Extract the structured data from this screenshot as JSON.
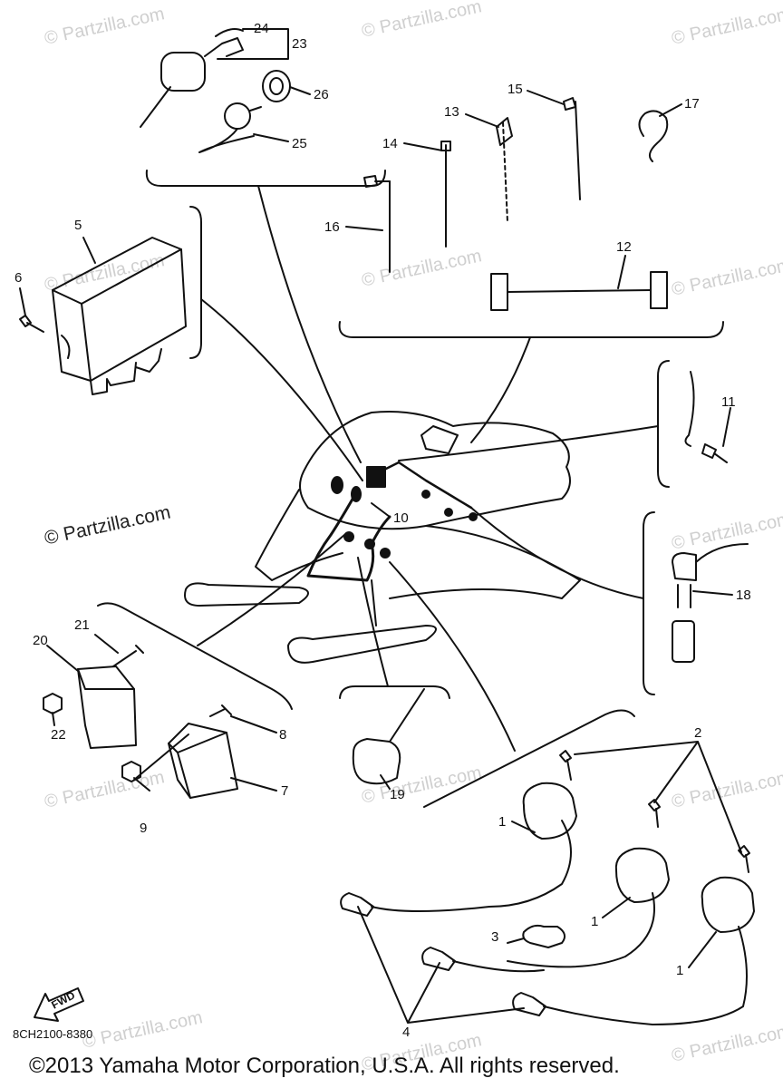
{
  "watermarks": {
    "partzilla_faint": "© Partzilla.com",
    "partzilla_main": "© Partzilla.com"
  },
  "callouts": [
    "1",
    "1",
    "1",
    "2",
    "3",
    "4",
    "5",
    "6",
    "7",
    "8",
    "9",
    "10",
    "11",
    "12",
    "13",
    "14",
    "15",
    "16",
    "17",
    "18",
    "19",
    "20",
    "21",
    "22",
    "23",
    "24",
    "25",
    "26"
  ],
  "fwd_label": "FWD",
  "diagram_code": "8CH2100-8380",
  "copyright": "©2013 Yamaha Motor Corporation, U.S.A. All rights reserved."
}
